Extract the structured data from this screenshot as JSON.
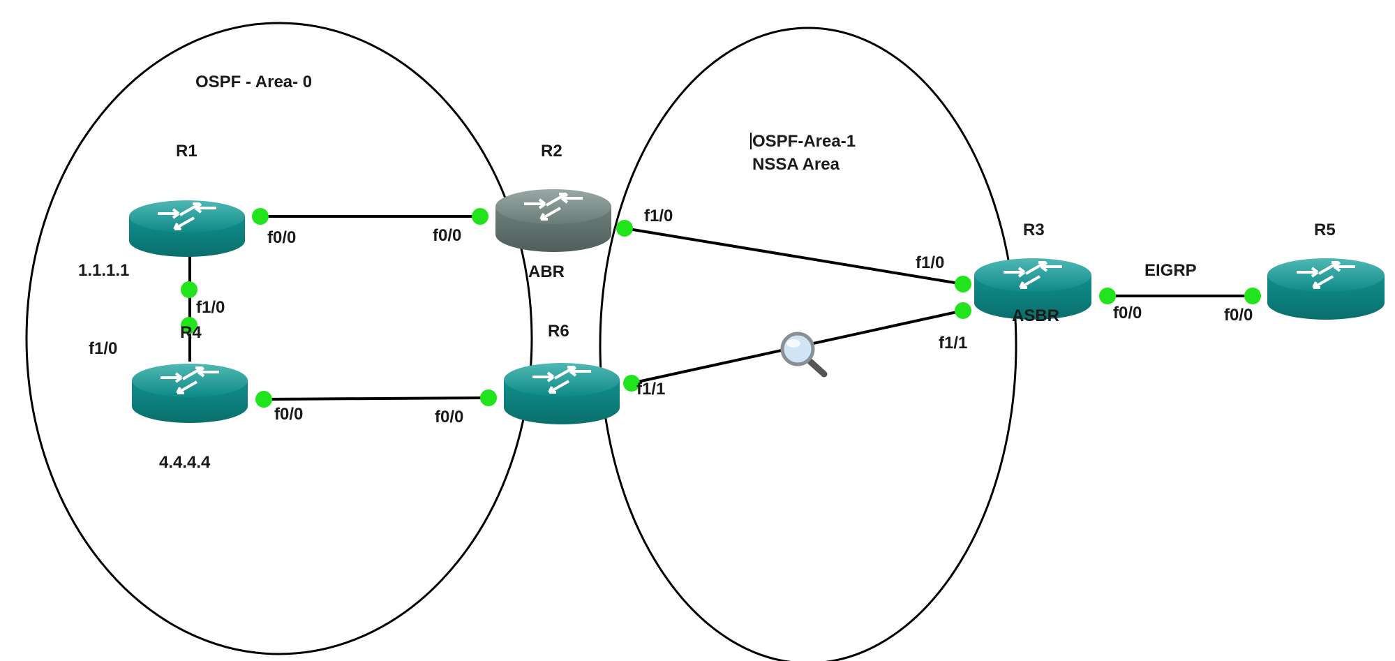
{
  "areas": {
    "area0_title": "OSPF - Area- 0",
    "area1_line1": "OSPF-Area-1",
    "area1_line2": "NSSA Area",
    "eigrp_label": "EIGRP"
  },
  "routers": {
    "r1": {
      "name": "R1",
      "id": "1.1.1.1"
    },
    "r2": {
      "name": "R2",
      "role": "ABR",
      "color": "#6a7c78"
    },
    "r3": {
      "name": "R3",
      "role": "ASBR"
    },
    "r4": {
      "name": "R4",
      "id": "4.4.4.4"
    },
    "r5": {
      "name": "R5"
    },
    "r6": {
      "name": "R6"
    }
  },
  "interfaces": {
    "r1_f00": "f0/0",
    "r1_f10": "f1/0",
    "r4_f10": "f1/0",
    "r4_f00": "f0/0",
    "r2_f00": "f0/0",
    "r2_f10": "f1/0",
    "r6_f00": "f0/0",
    "r6_f11": "f1/1",
    "r3_f10": "f1/0",
    "r3_f11": "f1/1",
    "r3_f00": "f0/0",
    "r5_f00": "f0/0"
  },
  "colors": {
    "router_teal": "#0e8c8a",
    "link_dot": "#22e41c"
  },
  "icons": [
    "router-icon",
    "magnifier-icon"
  ]
}
